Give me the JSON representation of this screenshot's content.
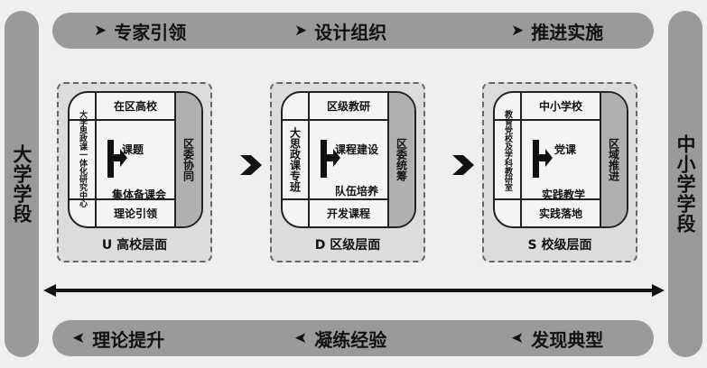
{
  "left_side": {
    "label": "大学学段"
  },
  "right_side": {
    "label": "中小学学段"
  },
  "top_bar": {
    "items": [
      "专家引领",
      "设计组织",
      "推进实施"
    ]
  },
  "bottom_bar": {
    "items": [
      "理论提升",
      "凝练经验",
      "发现典型"
    ]
  },
  "panels": [
    {
      "top": "在区高校",
      "bottom": "理论引领",
      "left": "大学思政课一体化研究中心",
      "right": "区委协同",
      "center_upper": "课题",
      "center_lower": "集体备课会",
      "label": "U 高校层面"
    },
    {
      "top": "区级教研",
      "bottom": "开发课程",
      "left": "大思政课专班",
      "right": "区委统筹",
      "center_upper": "课程建设",
      "center_lower": "队伍培养",
      "label": "D 区级层面"
    },
    {
      "top": "中小学校",
      "bottom": "实践落地",
      "left": "教育党校及学科教研室",
      "right": "区域推进",
      "center_upper": "党课",
      "center_lower": "实践教学",
      "label": "S 校级层面"
    }
  ],
  "colors": {
    "bar": "#9a9a9a",
    "panel": "#dcdcdc",
    "inner": "#f4f4f4",
    "ink": "#111111"
  }
}
